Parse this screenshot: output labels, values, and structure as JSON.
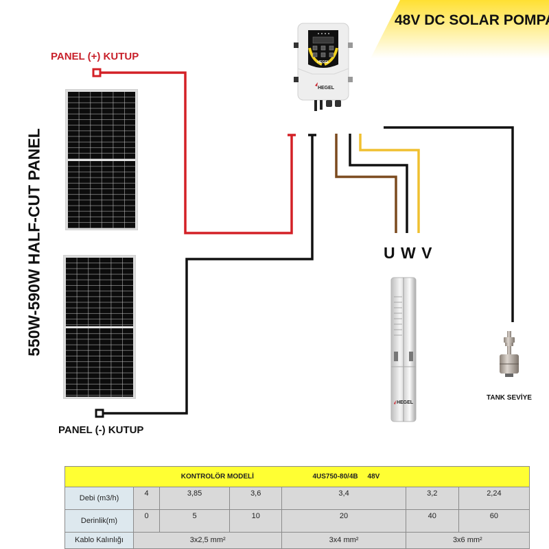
{
  "banner": {
    "title": "48V DC SOLAR POMPA",
    "gradient_color": "#ffe033"
  },
  "labels": {
    "panel_positive": "PANEL (+) KUTUP",
    "panel_negative": "PANEL (-) KUTUP",
    "panel_title": "550W-590W HALF-CUT PANEL",
    "motor_phases": "U W V",
    "tank_level": "TANK SEVİYE"
  },
  "components": {
    "controller_brand": "HEGEL",
    "pump_brand": "HEGEL",
    "solar_panels_count": 2
  },
  "wire_colors": {
    "positive": "#d32026",
    "negative": "#111111",
    "phase_u": "#7b4a1e",
    "phase_w": "#111111",
    "phase_v": "#f0c030",
    "tank": "#111111"
  },
  "table": {
    "header_label": "KONTROLÖR MODELİ",
    "header_model": "4US750-80/4B",
    "header_voltage": "48V",
    "rows": [
      {
        "label": "Debi (m3/h)",
        "values": [
          "4",
          "3,85",
          "3,6",
          "3,4",
          "3,2",
          "2,24"
        ]
      },
      {
        "label": "Derinlik(m)",
        "values": [
          "0",
          "5",
          "10",
          "20",
          "40",
          "60"
        ]
      }
    ],
    "cable_row": {
      "label": "Kablo Kalınlığı",
      "values": [
        "3x2,5 mm²",
        "3x4 mm²",
        "3x6 mm²"
      ]
    },
    "colors": {
      "header": "#ffff33",
      "label_cell": "#dde8ee",
      "data_cell": "#d9d9d9"
    }
  }
}
